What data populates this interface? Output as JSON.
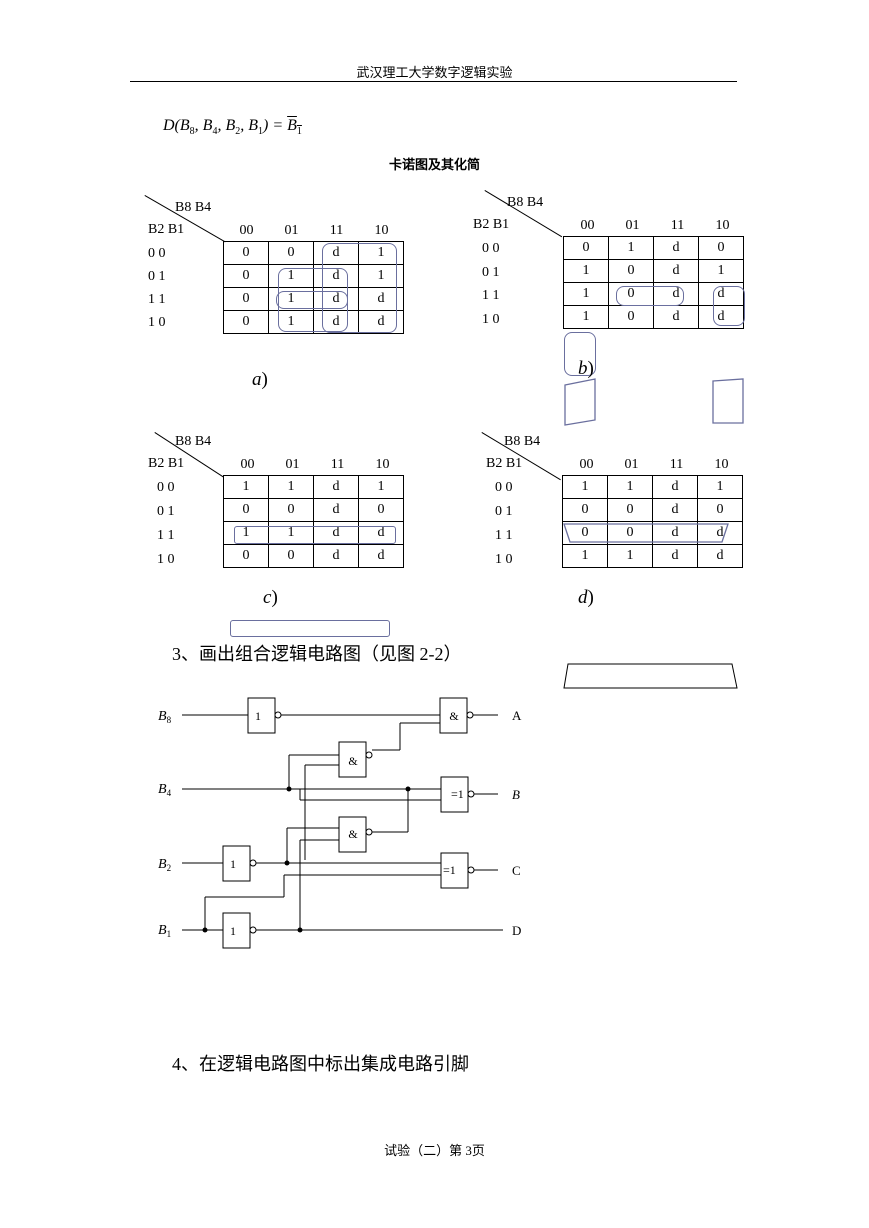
{
  "header": {
    "title": "武汉理工大学数字逻辑实验"
  },
  "formula": {
    "lhs": "D(B",
    "s1": "8",
    "sep1": ", B",
    "s2": "4",
    "sep2": ", B",
    "s3": "2",
    "sep3": ", B",
    "s4": "1",
    "close": ") = ",
    "rhs": "B",
    "rhs_sub": "1"
  },
  "kmap_title": "卡诺图及其化简",
  "kmaps": {
    "a": {
      "corner_top": "B8 B4",
      "corner_left": "B2 B1",
      "cols": [
        "00",
        "01",
        "11",
        "10"
      ],
      "rows": [
        "0 0",
        "0 1",
        "1 1",
        "1 0"
      ],
      "cells": [
        [
          "0",
          "0",
          "d",
          "1"
        ],
        [
          "0",
          "1",
          "d",
          "1"
        ],
        [
          "0",
          "1",
          "d",
          "d"
        ],
        [
          "0",
          "1",
          "d",
          "d"
        ]
      ],
      "caption": "a",
      "caption_paren": ")"
    },
    "b": {
      "corner_top": "B8 B4",
      "corner_left": "B2 B1",
      "cols": [
        "00",
        "01",
        "11",
        "10"
      ],
      "rows": [
        "0 0",
        "0 1",
        "1 1",
        "1 0"
      ],
      "cells": [
        [
          "0",
          "1",
          "d",
          "0"
        ],
        [
          "1",
          "0",
          "d",
          "1"
        ],
        [
          "1",
          "0",
          "d",
          "d"
        ],
        [
          "1",
          "0",
          "d",
          "d"
        ]
      ],
      "caption": "b",
      "caption_paren": ")"
    },
    "c": {
      "corner_top": "B8 B4",
      "corner_left": "B2 B1",
      "cols": [
        "00",
        "01",
        "11",
        "10"
      ],
      "rows": [
        "0 0",
        "0 1",
        "1 1",
        "1 0"
      ],
      "cells": [
        [
          "1",
          "1",
          "d",
          "1"
        ],
        [
          "0",
          "0",
          "d",
          "0"
        ],
        [
          "1",
          "1",
          "d",
          "d"
        ],
        [
          "0",
          "0",
          "d",
          "d"
        ]
      ],
      "caption": "c",
      "caption_paren": ")"
    },
    "d": {
      "corner_top": "B8 B4",
      "corner_left": "B2 B1",
      "cols": [
        "00",
        "01",
        "11",
        "10"
      ],
      "rows": [
        "0 0",
        "0 1",
        "1 1",
        "1 0"
      ],
      "cells": [
        [
          "1",
          "1",
          "d",
          "1"
        ],
        [
          "0",
          "0",
          "d",
          "0"
        ],
        [
          "0",
          "0",
          "d",
          "d"
        ],
        [
          "1",
          "1",
          "d",
          "d"
        ]
      ],
      "caption": "d",
      "caption_paren": ")"
    }
  },
  "step3": "3、画出组合逻辑电路图（见图 2-2）",
  "circuit": {
    "inputs": [
      {
        "name": "B",
        "sub": "8"
      },
      {
        "name": "B",
        "sub": "4"
      },
      {
        "name": "B",
        "sub": "2"
      },
      {
        "name": "B",
        "sub": "1"
      }
    ],
    "outputs": [
      "A",
      "B",
      "C",
      "D"
    ],
    "gate_not": "1",
    "gate_and": "&",
    "gate_xor": "=1"
  },
  "step4": "4、在逻辑电路图中标出集成电路引脚",
  "footer": "试验（二）第 3页",
  "colors": {
    "overlay": "#6a6f9e",
    "ink": "#000000"
  }
}
